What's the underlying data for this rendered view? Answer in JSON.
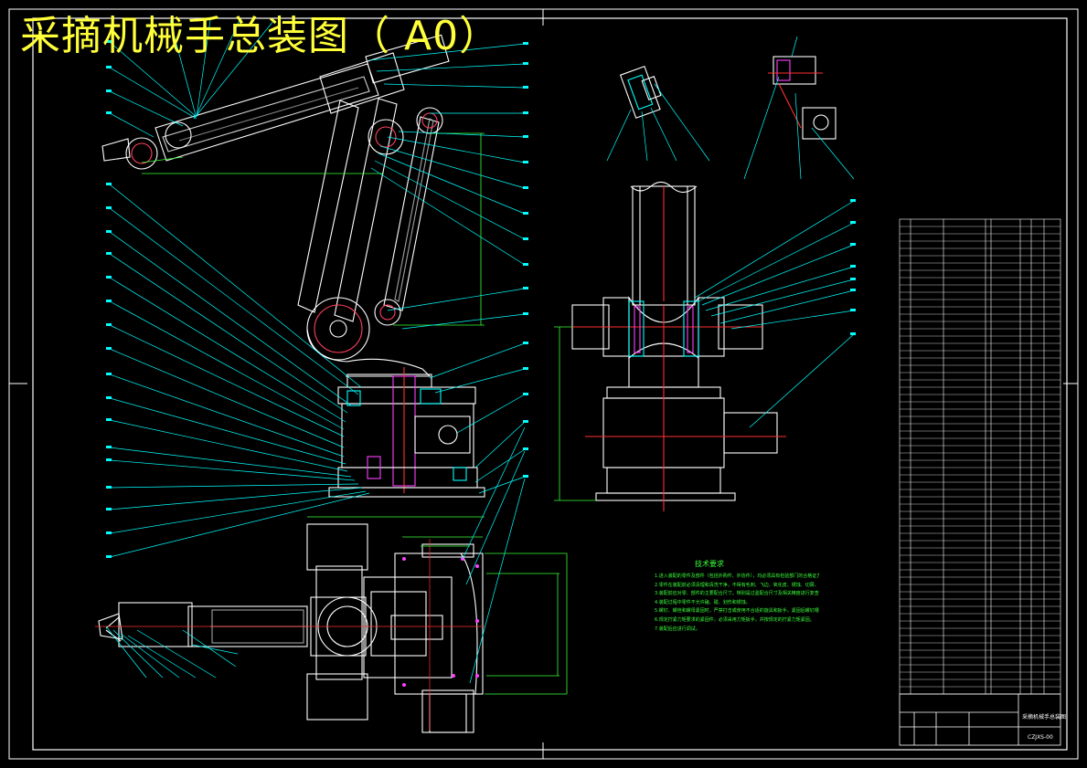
{
  "drawing": {
    "title": "采摘机械手总装图（ A0）"
  },
  "technical_requirements": {
    "heading": "技术要求",
    "notes": [
      "1.进入装配的零件及部件（包括外购件、外协件），均必须具有检验部门的合格证方能进行装配。",
      "2.零件在装配前必须清理和清洗干净，不得有毛刺、飞边、氧化皮、锈蚀、切屑、油污、着色剂和灰尘等。",
      "3.装配前应对零、部件的主要配合尺寸，特别是过盈配合尺寸及相关精度进行复查。",
      "4.装配过程中零件不允许磕、碰、划伤和锈蚀。",
      "5.螺钉、螺栓和螺母紧固时，严禁打击或使用不合适的旋具和扳手。紧固后螺钉槽、螺母和螺钉、螺栓头部不得损坏。",
      "6.规定拧紧力矩要求的紧固件，必须采用力矩扳手，并按规定的拧紧力矩紧固。",
      "7.装配后应进行调试。"
    ]
  },
  "title_block": {
    "drawing_name": "采摘机械手总装图",
    "drawing_number": "CZJXS-00"
  },
  "colors": {
    "frame": "#ffffff",
    "outline": "#ffffff",
    "leader": "#00ffff",
    "centerline": "#ff3030",
    "dimension": "#39ff39",
    "hidden": "#ff40ff",
    "title": "#ffff3a"
  }
}
